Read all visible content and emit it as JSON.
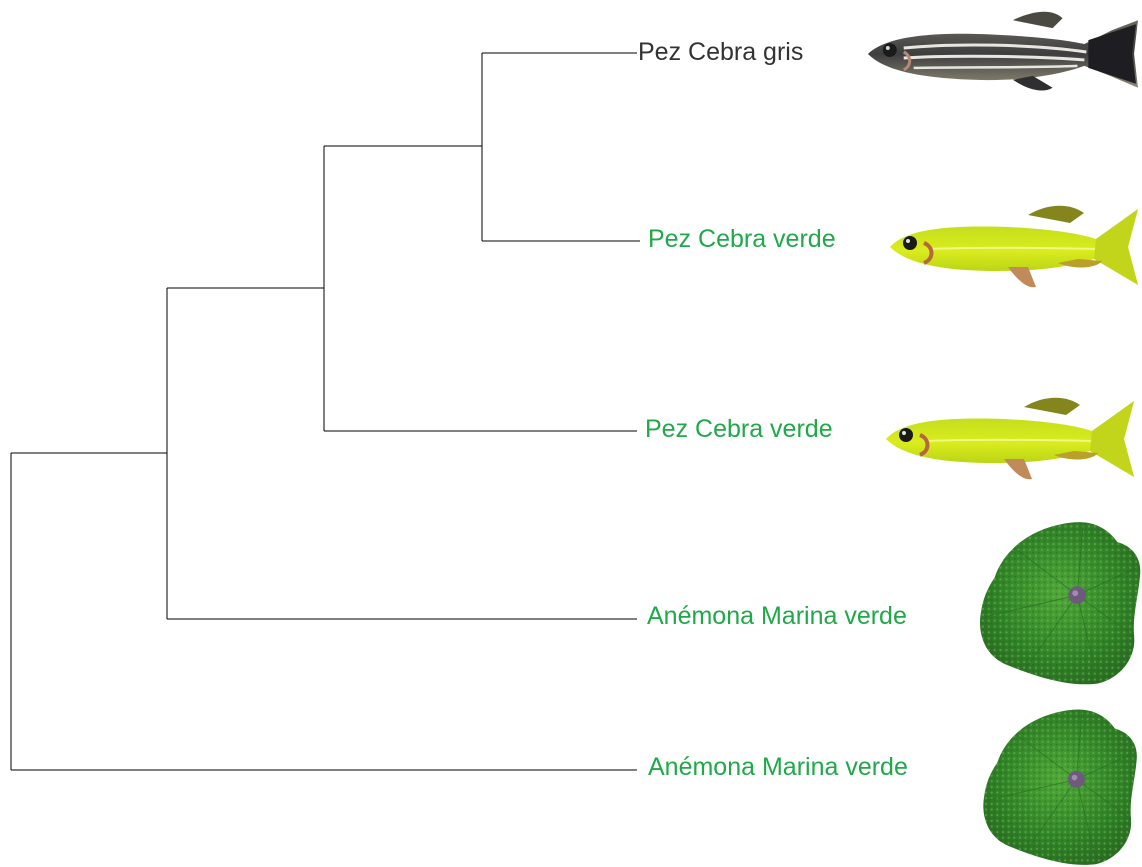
{
  "colors": {
    "branch": "#000000",
    "label_gray": "#333333",
    "label_green": "#21a84a"
  },
  "leaves": [
    {
      "label": "Pez Cebra gris",
      "color": "gray",
      "picture": "zebrafish-gray-icon"
    },
    {
      "label": "Pez Cebra verde",
      "color": "green",
      "picture": "zebrafish-green-icon"
    },
    {
      "label": "Pez Cebra verde",
      "color": "green",
      "picture": "zebrafish-green-icon"
    },
    {
      "label": "Anémona Marina verde",
      "color": "green",
      "picture": "sea-anemone-green-icon"
    },
    {
      "label": "Anémona Marina verde",
      "color": "green",
      "picture": "sea-anemone-green-icon"
    }
  ]
}
